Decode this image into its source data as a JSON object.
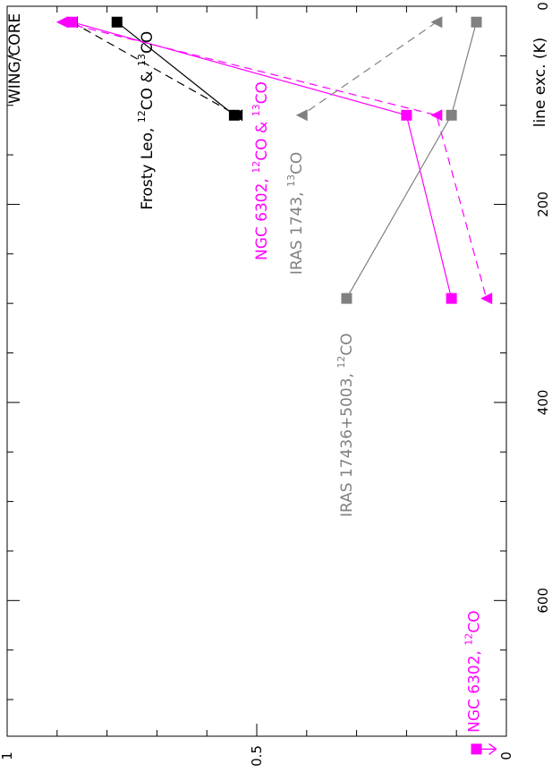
{
  "chart_data": {
    "type": "line",
    "title": "",
    "orientation": "rotated-90",
    "xlabel": "line exc. (K)",
    "ylabel": "",
    "xlim": [
      0,
      737
    ],
    "ylim": [
      0,
      1.0
    ],
    "x_ticks": [
      0,
      200,
      400,
      600
    ],
    "y_ticks": [
      0,
      0.5,
      1
    ],
    "y_tick_labels": [
      "0",
      "0.5",
      "1"
    ],
    "grid": false,
    "legend": "none",
    "colors": {
      "black": "#000000",
      "magenta": "#ff00ff",
      "gray": "#808080"
    },
    "series": [
      {
        "color": "#000000",
        "dash": false,
        "marker": "square",
        "x": [
          16,
          110
        ],
        "y": [
          0.78,
          0.545
        ]
      },
      {
        "color": "#000000",
        "dash": true,
        "marker": "triangle",
        "x": [
          16,
          110
        ],
        "y": [
          0.87,
          0.54
        ]
      },
      {
        "color": "#ff00ff",
        "dash": false,
        "marker": "square",
        "x": [
          16,
          110,
          295
        ],
        "y": [
          0.87,
          0.2,
          0.11
        ]
      },
      {
        "color": "#ff00ff",
        "dash": true,
        "marker": "triangle",
        "x": [
          16,
          110,
          295
        ],
        "y": [
          0.89,
          0.14,
          0.04
        ]
      },
      {
        "color": "#808080",
        "dash": false,
        "marker": "square",
        "x": [
          16,
          110,
          295
        ],
        "y": [
          0.06,
          0.11,
          0.32
        ]
      },
      {
        "color": "#808080",
        "dash": true,
        "marker": "triangle",
        "x": [
          16,
          110
        ],
        "y": [
          0.14,
          0.41
        ]
      }
    ],
    "limit_point": {
      "color": "#ff00ff",
      "x": 750,
      "y": 0.06,
      "marker": "square",
      "arrow": "upper-limit"
    },
    "annotations": [
      {
        "text": "WING/CORE",
        "color": "#000000",
        "x": 7,
        "y": 0.975
      },
      {
        "text": "Frosty Leo,",
        "sup1": "12",
        "mid": "CO & ",
        "sup2": "13",
        "end": "CO",
        "color": "#000000",
        "x": 25,
        "y": 0.71
      },
      {
        "text": "NGC 6302,",
        "sup1": "12",
        "mid": "CO & ",
        "sup2": "13",
        "end": "CO",
        "color": "#ff00ff",
        "x": 76,
        "y": 0.48
      },
      {
        "text": "IRAS 1743,",
        "sup1": "13",
        "mid": "",
        "sup2": "",
        "end": "CO",
        "color": "#808080",
        "x": 147,
        "y": 0.41
      },
      {
        "text": "IRAS 17436+5003,",
        "sup1": "12",
        "mid": "",
        "sup2": "",
        "end": "CO",
        "color": "#808080",
        "x": 330,
        "y": 0.31
      },
      {
        "text": "NGC 6302,",
        "sup1": "12",
        "mid": "",
        "sup2": "",
        "end": "CO",
        "color": "#ff00ff",
        "x": 610,
        "y": 0.055
      }
    ]
  }
}
